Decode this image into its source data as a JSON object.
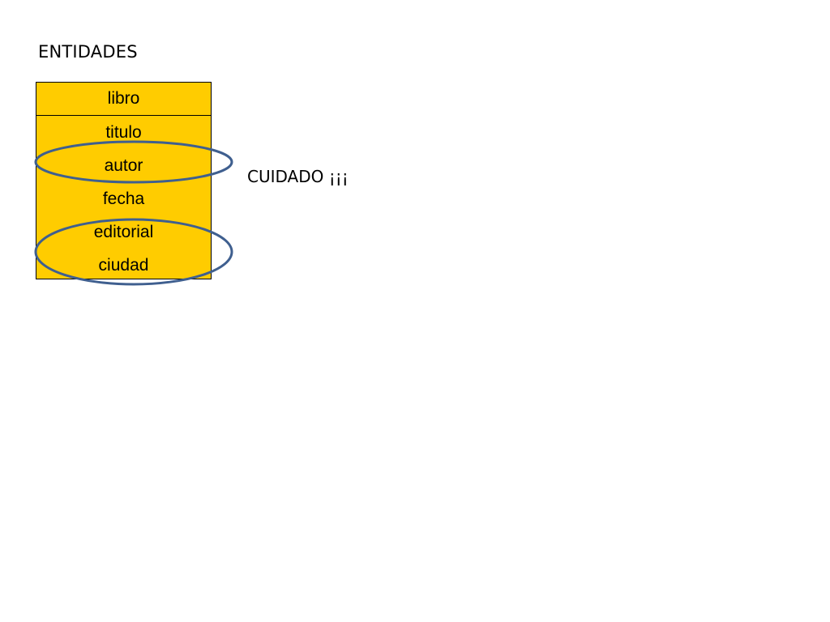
{
  "title": "ENTIDADES",
  "entity": {
    "name": "libro",
    "attributes": [
      "titulo",
      "autor",
      "fecha",
      "editorial",
      "ciudad"
    ]
  },
  "warning": "CUIDADO ¡¡¡",
  "colors": {
    "entity_fill": "#ffcc00",
    "highlight_stroke": "#3f5f8f"
  }
}
